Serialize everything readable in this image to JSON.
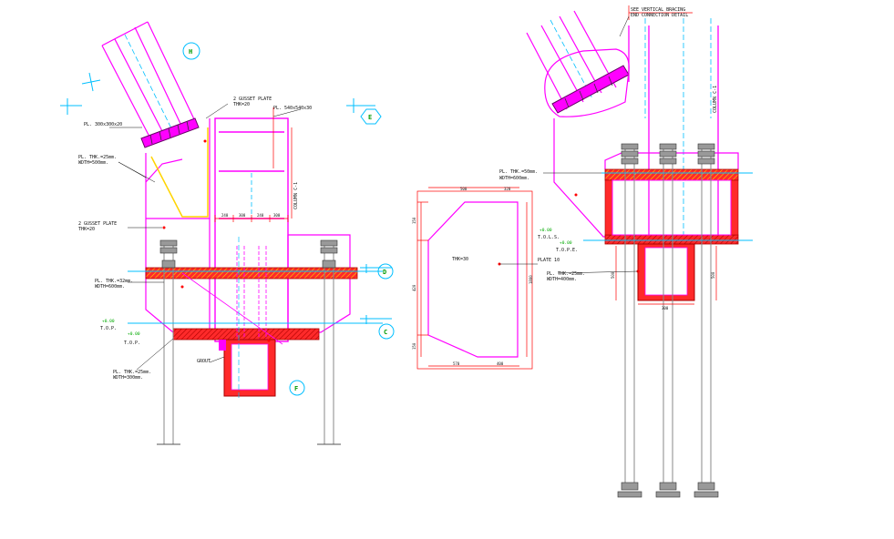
{
  "drawing": {
    "colors": {
      "steel": "#ff00ff",
      "plate": "#ff0000",
      "dimension": "#ff0000",
      "centerline": "#00bfff",
      "weld": "#ffd400",
      "text": "#111111",
      "level": "#00aa00",
      "background": "#ffffff"
    },
    "left_view": {
      "labels": {
        "gusset_top": "2 GUSSET PLATE",
        "gusset_top_thk": "THK=20",
        "pl_top": "PL. 540x540x30",
        "pl_brace": "PL. 300x300x20",
        "pl_thk_rib": "PL. THK.=25mm.",
        "pl_thk_rib_wdth": "WDTH=500mm.",
        "gusset_mid": "2 GUSSET PLATE",
        "gusset_mid_thk": "THK=20",
        "pl_thk_base": "PL. THK.=32mm.",
        "pl_thk_base_wdth": "WDTH=600mm.",
        "level_value": "+0.00",
        "level_name": "T.O.P.",
        "level2_value": "+0.00",
        "level2_name": "T.O.P.",
        "pl_thk_low": "PL. THK.=25mm.",
        "pl_thk_low_wdth": "WDTH=300mm.",
        "grout": "GROUT",
        "column": "COLUMN C-1"
      },
      "dims": [
        "240",
        "300",
        "240",
        "300"
      ],
      "markers": [
        "H",
        "E",
        "D",
        "C",
        "F"
      ]
    },
    "plate_detail": {
      "thk": "THK=30",
      "name": "PLATE 10",
      "dims_top": [
        "500",
        "320"
      ],
      "dims_bottom": [
        "570",
        "400"
      ],
      "dims_left": [
        "150",
        "420",
        "150"
      ],
      "dim_right": "1800"
    },
    "right_view": {
      "labels": {
        "title_line1": "SEE VERTICAL BRACING",
        "title_line2": "END CONNECTION DETAIL",
        "column": "COLUMN C-1",
        "pl_thk_top": "PL. THK.=50mm.",
        "pl_thk_top_wdth": "WDTH=600mm.",
        "level_value": "+0.00",
        "level_name": "T.O.L.S.",
        "level2_value": "+0.00",
        "level2_name": "T.O.P.E.",
        "plate": "PLATE 10",
        "pl_thk_low": "PL. THK.=25mm.",
        "pl_thk_low_wdth": "WDTH=400mm."
      },
      "dims": [
        "500",
        "300",
        "500"
      ]
    }
  }
}
